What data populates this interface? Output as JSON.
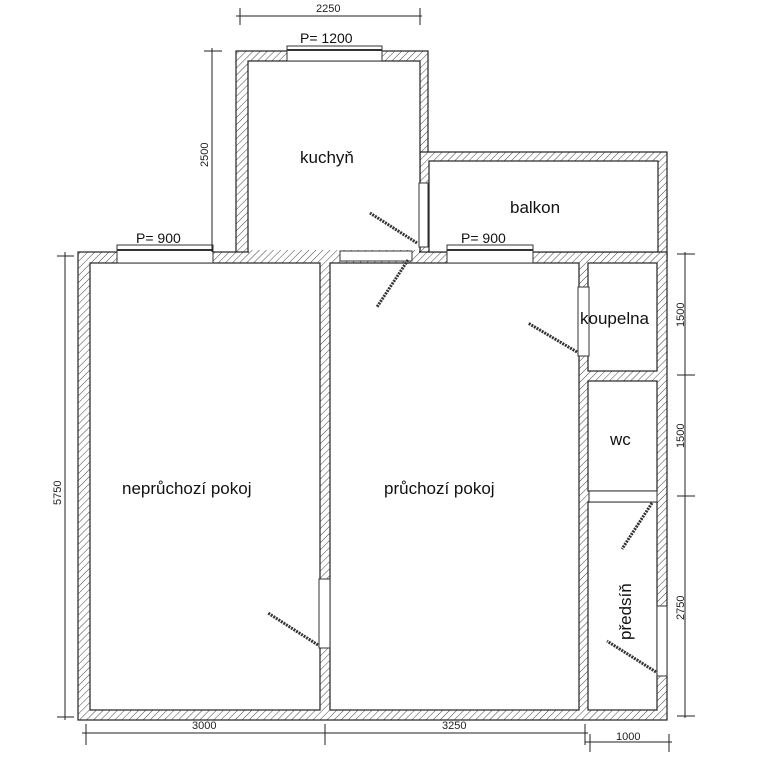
{
  "rooms": {
    "kitchen": "kuchyň",
    "balcony": "balkon",
    "bathroom": "koupelna",
    "wc": "wc",
    "room_private": "neprůchozí pokoj",
    "room_walkthrough": "průchozí pokoj",
    "hallway": "předsíň"
  },
  "windows": {
    "kitchen": "P= 1200",
    "left_room": "P= 900",
    "middle_room": "P= 900"
  },
  "dimensions": {
    "kitchen_width": "2250",
    "kitchen_depth": "2500",
    "total_depth": "5750",
    "left_room_width": "3000",
    "middle_room_width": "3250",
    "strip_width": "1000",
    "bathroom_length": "1500",
    "wc_length": "1500",
    "hallway_length": "2750"
  }
}
